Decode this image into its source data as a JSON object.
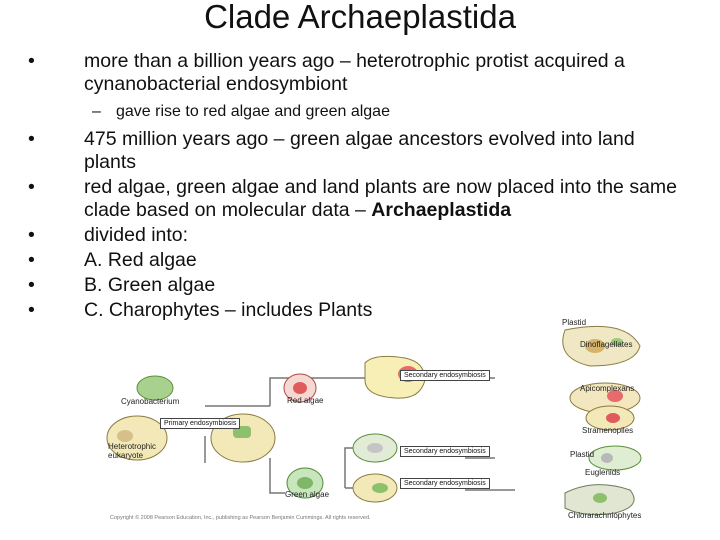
{
  "title": "Clade Archaeplastida",
  "bullets": [
    {
      "text": "more than a billion years ago – heterotrophic protist acquired a cynanobacterial endosymbiont"
    },
    {
      "text": "475 million years ago – green algae ancestors evolved into land plants"
    },
    {
      "text_plain": "red algae, green algae and land plants are now placed into the same clade based on molecular data – ",
      "text_bold": "Archaeplastida"
    },
    {
      "text": "divided into:"
    },
    {
      "text": "A. Red algae"
    },
    {
      "text": "B. Green algae"
    },
    {
      "text": "C. Charophytes – includes Plants"
    }
  ],
  "sub_bullet": "gave rise to red algae and green algae",
  "bullet_symbol": "•",
  "dash_symbol": "–",
  "diagram": {
    "labels": {
      "plastid_top": "Plastid",
      "dinoflagellates": "Dinoflagellates",
      "secondary_1": "Secondary endosymbiosis",
      "apicomplexans": "Apicomplexans",
      "cyanobacterium": "Cyanobacterium",
      "red_algae": "Red algae",
      "primary": "Primary endosymbiosis",
      "stramenopiles": "Stramenopiles",
      "heterotrophic": "Heterotrophic eukaryote",
      "secondary_2": "Secondary endosymbiosis",
      "plastid_mid": "Plastid",
      "euglenids": "Euglenids",
      "green_algae": "Green algae",
      "secondary_3": "Secondary endosymbiosis",
      "chlorarachniophytes": "Chlorarachniophytes"
    },
    "copyright": "Copyright © 2008 Pearson Education, Inc., publishing as Pearson Benjamin Cummings. All rights reserved."
  }
}
